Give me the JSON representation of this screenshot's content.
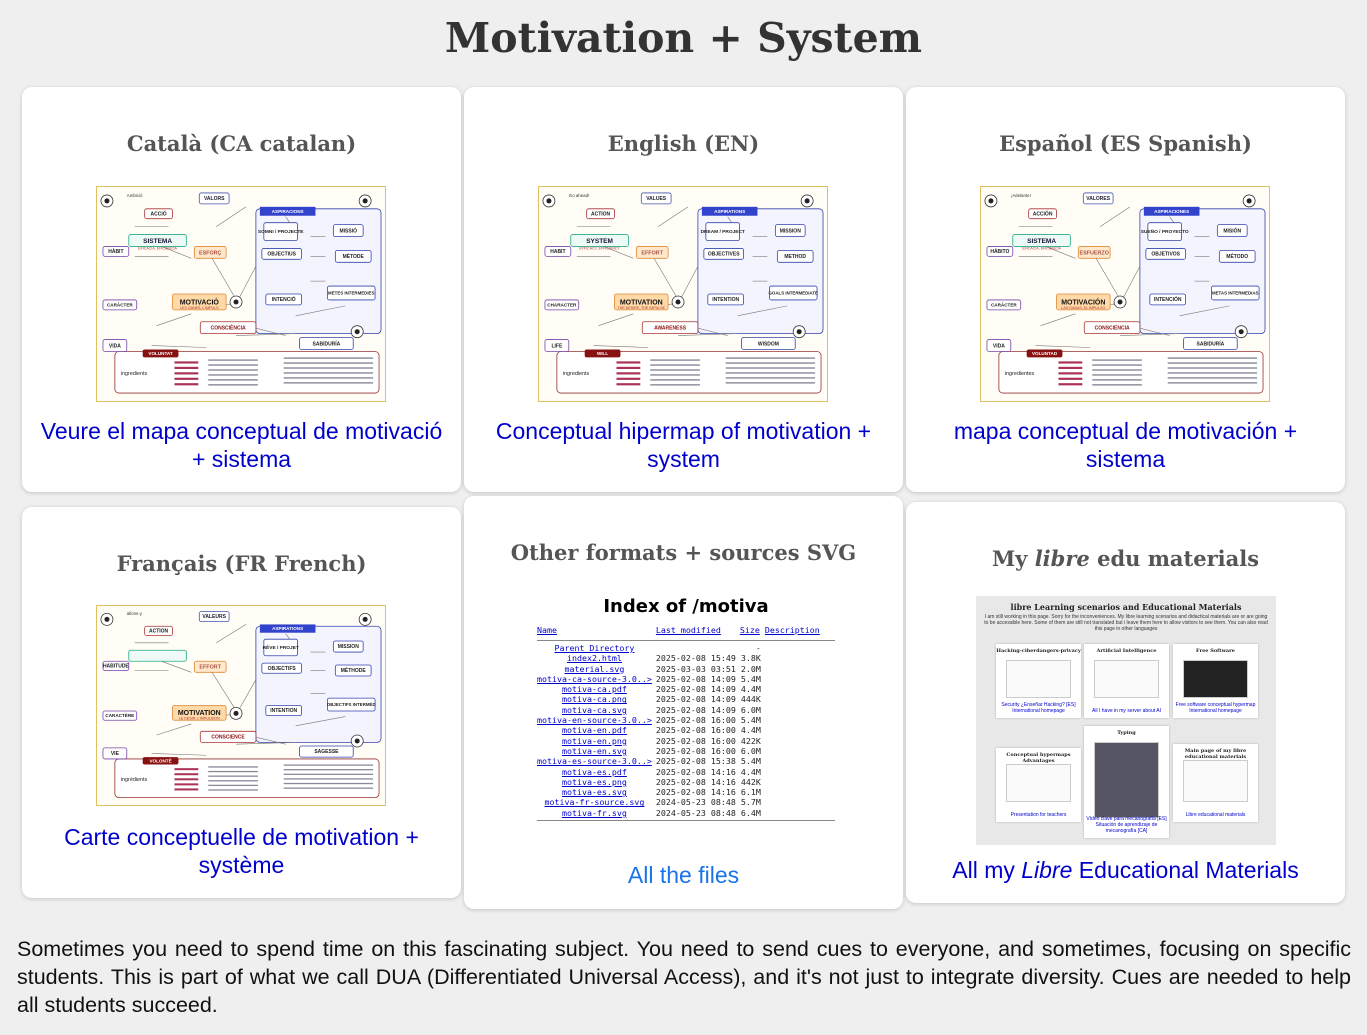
{
  "page": {
    "title": "Motivation + System"
  },
  "cards": {
    "ca": {
      "heading": "Català (CA catalan)",
      "link": "Veure el mapa conceptual de motivació + sistema",
      "map": {
        "top_left": "Ambició",
        "valors": "VALORS",
        "aspiracions": "ASPIRACIONS",
        "accio": "ACCIÓ",
        "habit": "HÀBIT",
        "sistema": "SISTEMA",
        "sistema_sub": "EFICÀCIA, EFICIÈNCIA",
        "esforc": "ESFORÇ",
        "caracter": "CARÀCTER",
        "motivacio": "MOTIVACIÓ",
        "motivacio_sub": "LES GANES, L'IMPULS",
        "consciencia": "CONSCIÈNCIA",
        "vida": "VIDA",
        "voluntat": "VOLUNTAT",
        "saviesa": "SABIDURÍA",
        "somni": "SOMNI / PROJECTE",
        "missio": "MISSIÓ",
        "objectius": "OBJECTIUS",
        "metode": "MÈTODE",
        "intencio": "INTENCIÓ",
        "metes": "METES INTERMEDIES",
        "ingredients": "ingredients"
      }
    },
    "en": {
      "heading": "English (EN)",
      "link": "Conceptual hipermap of motivation + system",
      "map": {
        "top_left": "Go ahead!",
        "valors": "VALUES",
        "aspiracions": "ASPIRATIONS",
        "accio": "ACTION",
        "habit": "HABIT",
        "sistema": "SYSTEM",
        "sistema_sub": "EFFICACY, EFFICIENCY",
        "esforc": "EFFORT",
        "caracter": "CHARACTER",
        "motivacio": "MOTIVATION",
        "motivacio_sub": "THE DESIRE, THE IMPULSE",
        "consciencia": "AWARENESS",
        "vida": "LIFE",
        "voluntat": "WILL",
        "saviesa": "WISDOM",
        "somni": "DREAM / PROJECT",
        "missio": "MISSION",
        "objectius": "OBJECTIVES",
        "metode": "METHOD",
        "intencio": "INTENTION",
        "metes": "GOALS INTERMEDIATE",
        "ingredients": "ingredients"
      }
    },
    "es": {
      "heading": "Español (ES Spanish)",
      "link": "mapa conceptual de motivación + sistema",
      "map": {
        "top_left": "¡Adelante!",
        "valors": "VALORES",
        "aspiracions": "ASPIRACIONES",
        "accio": "ACCIÓN",
        "habit": "HÁBITO",
        "sistema": "SISTEMA",
        "sistema_sub": "EFICACIA, EFICIENCIA",
        "esforc": "ESFUERZO",
        "caracter": "CARÁCTER",
        "motivacio": "MOTIVACIÓN",
        "motivacio_sub": "LAS GANAS, EL IMPULSO",
        "consciencia": "CONSCIENCIA",
        "vida": "VIDA",
        "voluntat": "VOLUNTAD",
        "saviesa": "SABIDURÍA",
        "somni": "SUEÑO / PROYECTO",
        "missio": "MISIÓN",
        "objectius": "OBJETIVOS",
        "metode": "MÉTODO",
        "intencio": "INTENCIÓN",
        "metes": "METAS INTERMEDIAS",
        "ingredients": "ingredientes"
      }
    },
    "fr": {
      "heading": "Français (FR French)",
      "link": "Carte conceptuelle de motivation + système",
      "map": {
        "top_left": "allons-y",
        "valors": "VALEURS",
        "aspiracions": "ASPIRATIONS",
        "accio": "ACTION",
        "habit": "HABITUDE",
        "sistema": "",
        "sistema_sub": "",
        "esforc": "EFFORT",
        "caracter": "CARACTÈRE",
        "motivacio": "MOTIVATION",
        "motivacio_sub": "LE DÉSIR, L'IMPULSION",
        "consciencia": "CONSCIENCE",
        "vida": "VIE",
        "voluntat": "VOLONTÉ",
        "saviesa": "SAGESSE",
        "somni": "RÊVE / PROJET",
        "missio": "MISSION",
        "objectius": "OBJECTIFS",
        "metode": "MÉTHODE",
        "intencio": "INTENTION",
        "metes": "OBJECTIFS INTERMÉDIAIRES",
        "ingredients": "ingrédients"
      }
    },
    "other": {
      "heading": "Other formats + sources SVG",
      "link": "All the files",
      "index": {
        "title": "Index of /motiva",
        "headers": [
          "Name",
          "Last modified",
          "Size",
          "Description"
        ],
        "parent": "Parent Directory",
        "parent_size": "-",
        "rows": [
          [
            "index2.html",
            "2025-02-08 15:49",
            "3.8K"
          ],
          [
            "material.svg",
            "2025-03-03 03:51",
            "2.0M"
          ],
          [
            "motiva-ca-source-3.0..>",
            "2025-02-08 14:09",
            "5.4M"
          ],
          [
            "motiva-ca.pdf",
            "2025-02-08 14:09",
            "4.4M"
          ],
          [
            "motiva-ca.png",
            "2025-02-08 14:09",
            "444K"
          ],
          [
            "motiva-ca.svg",
            "2025-02-08 14:09",
            "6.0M"
          ],
          [
            "motiva-en-source-3.0..>",
            "2025-02-08 16:00",
            "5.4M"
          ],
          [
            "motiva-en.pdf",
            "2025-02-08 16:00",
            "4.4M"
          ],
          [
            "motiva-en.png",
            "2025-02-08 16:00",
            "422K"
          ],
          [
            "motiva-en.svg",
            "2025-02-08 16:00",
            "6.0M"
          ],
          [
            "motiva-es-source-3.0..>",
            "2025-02-08 15:38",
            "5.4M"
          ],
          [
            "motiva-es.pdf",
            "2025-02-08 14:16",
            "4.4M"
          ],
          [
            "motiva-es.png",
            "2025-02-08 14:16",
            "442K"
          ],
          [
            "motiva-es.svg",
            "2025-02-08 14:16",
            "6.1M"
          ],
          [
            "motiva-fr-source.svg",
            "2024-05-23 08:48",
            "5.7M"
          ],
          [
            "motiva-fr.svg",
            "2024-05-23 08:48",
            "6.4M"
          ]
        ]
      }
    },
    "edu": {
      "heading_pre": "My ",
      "heading_em": "libre",
      "heading_post": " edu materials",
      "link_pre": "All my ",
      "link_em": "Libre",
      "link_post": " Educational Materials",
      "preview": {
        "title": "libre Learning scenarios and Educational Materials",
        "desc": "I am still working in this page. Sorry for the inconveniences. My libre learning scenarios and didactical materials are or are going to be accessible here. Some of them are still not translated but i leave them here to allow visitors to see them. You can also read this page in other languages",
        "tiles": [
          {
            "title": "Hacking-ciberdangers-privacy",
            "label": "Security ¿Enseñar Hacking? [ES] International homepage"
          },
          {
            "title": "Artificial Intelligence",
            "label": "All I have in my server about AI"
          },
          {
            "title": "Free Software",
            "label": "Free software conceptual hypermap International homepage"
          },
          {
            "title": "Conceptual hypermaps Advantages",
            "label": "Presentation for teachers"
          },
          {
            "title": "Typing",
            "label": "Vídeo clave para mecanografía [ES] Situación de aprendizaje de mecanografía [CA]"
          },
          {
            "title": "Main page of my libre educational materials",
            "label": "Libre educational materials"
          }
        ]
      }
    }
  },
  "footer": "Sometimes you need to spend time on this fascinating subject. You need to send cues to everyone, and sometimes, focusing on specific students. This is part of what we call DUA (Differentiated Universal Access), and it's not just to integrate diversity. Cues are needed to help all students succeed."
}
